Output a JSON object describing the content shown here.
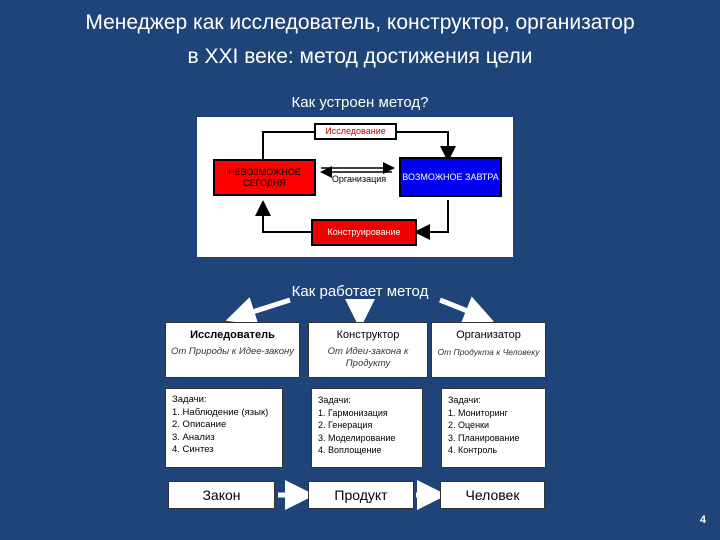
{
  "slide": {
    "title_line1": "Менеджер как исследователь, конструктор, организатор",
    "title_line2": "в XXI веке: метод достижения цели",
    "subtitle_top": "Как устроен метод?",
    "subtitle_mid": "Как работает метод",
    "page_number": "4"
  },
  "method_diagram": {
    "research": "Исследование",
    "impossible": "НЕВОЗМОЖНОЕ СЕГОДНЯ",
    "organization": "Организация",
    "possible": "ВОЗМОЖНОЕ ЗАВТРА",
    "construction": "Конструирование"
  },
  "roles": [
    {
      "title": "Исследователь",
      "subtitle": "От Природы к Идее-закону",
      "tasks_label": "Задачи:",
      "tasks": [
        "1. Наблюдение (язык)",
        "2. Описание",
        "3. Анализ",
        "4. Синтез"
      ],
      "result": "Закон"
    },
    {
      "title": "Конструктор",
      "subtitle": "От Идеи-закона к Продукту",
      "tasks_label": "Задачи:",
      "tasks": [
        "1. Гармонизация",
        "2. Генерация",
        "3. Моделирование",
        "4. Воплощение"
      ],
      "result": "Продукт"
    },
    {
      "title": "Организатор",
      "subtitle": "От Продукта к Человеку",
      "tasks_label": "Задачи:",
      "tasks": [
        "1. Мониторинг",
        "2. Оценки",
        "3. Планирование",
        "4. Контроль"
      ],
      "result": "Человек"
    }
  ],
  "colors": {
    "background": "#1f4479",
    "impossible_box": "#ff0000",
    "possible_box": "#0000ee",
    "construction_box": "#ee0000"
  }
}
